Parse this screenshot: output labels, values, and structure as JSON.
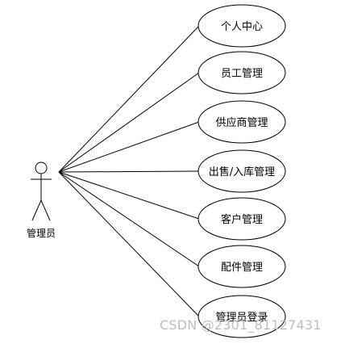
{
  "actor": {
    "label": "管理员"
  },
  "use_cases": [
    {
      "label": "个人中心"
    },
    {
      "label": "员工管理"
    },
    {
      "label": "供应商管理"
    },
    {
      "label": "出售/入库管理"
    },
    {
      "label": "客户管理"
    },
    {
      "label": "配件管理"
    },
    {
      "label": "管理员登录"
    }
  ],
  "watermark": "CSDN @2301_81127431",
  "colors": {
    "line": "#000000",
    "background": "#ffffff",
    "watermark": "#bdbdbd"
  }
}
